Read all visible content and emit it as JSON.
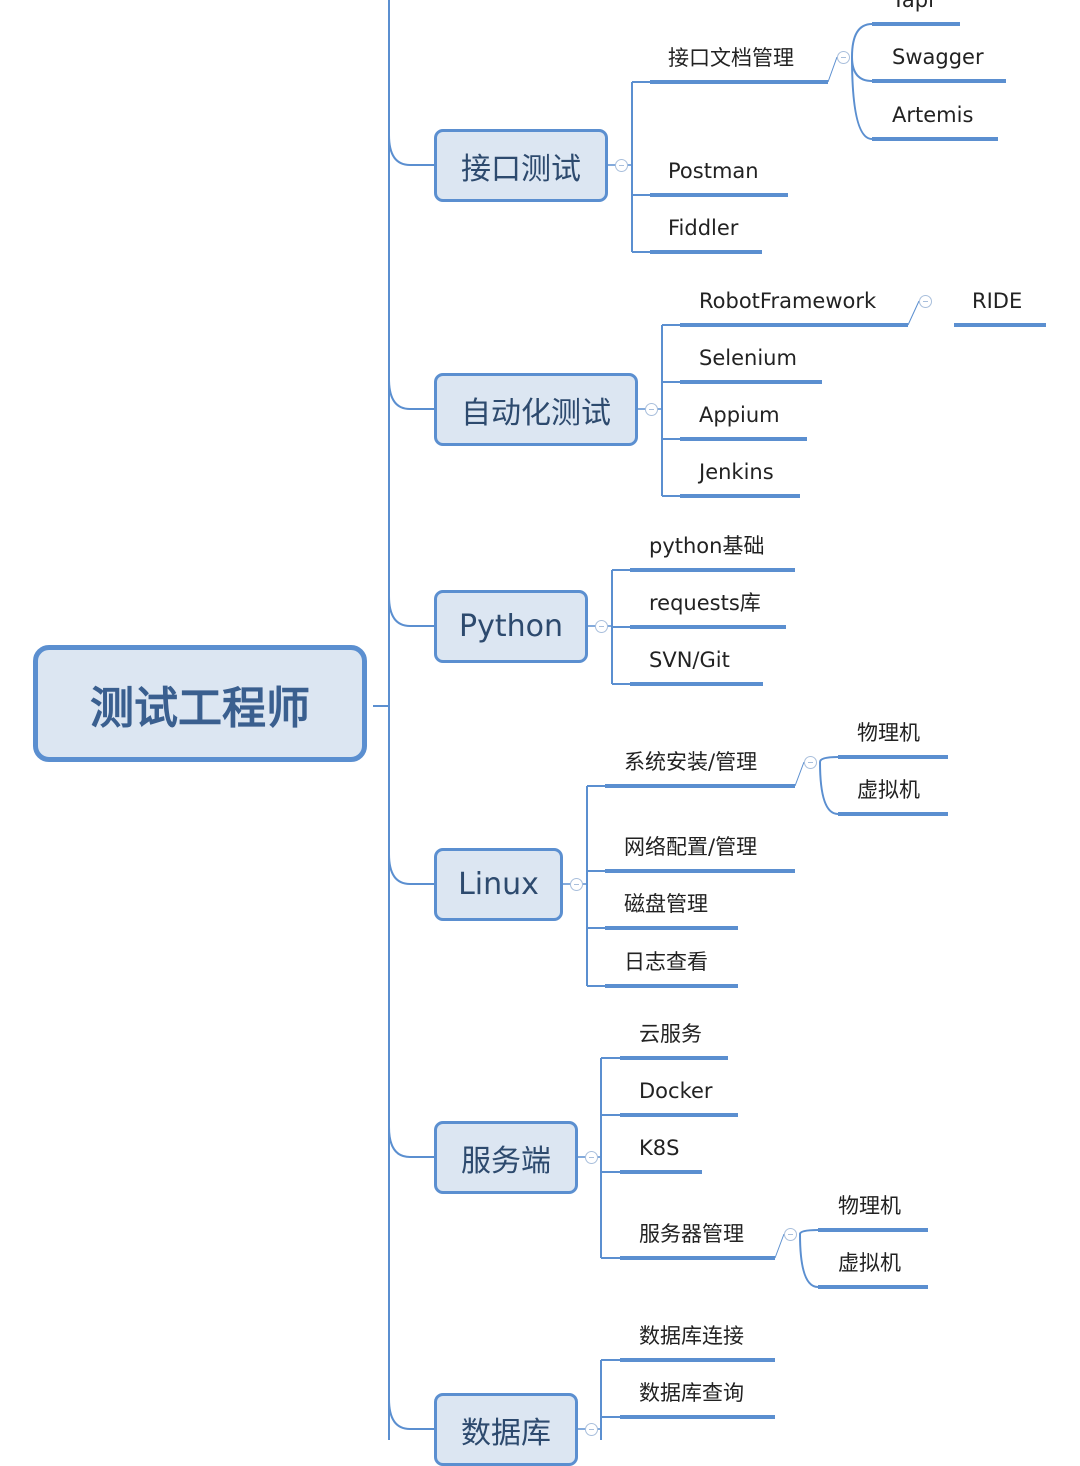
{
  "root": {
    "label": "测试工程师"
  },
  "colors": {
    "line": "#5b8fd0",
    "node_fill": "#dce6f2",
    "node_border": "#5b8fd0"
  },
  "branches": [
    {
      "label": "接口测试",
      "children": [
        {
          "label": "接口文档管理",
          "children": [
            {
              "label": "Yapi"
            },
            {
              "label": "Swagger"
            },
            {
              "label": "Artemis"
            }
          ]
        },
        {
          "label": "Postman"
        },
        {
          "label": "Fiddler"
        }
      ]
    },
    {
      "label": "自动化测试",
      "children": [
        {
          "label": "RobotFramework",
          "children": [
            {
              "label": "RIDE"
            }
          ]
        },
        {
          "label": "Selenium"
        },
        {
          "label": "Appium"
        },
        {
          "label": "Jenkins"
        }
      ]
    },
    {
      "label": "Python",
      "children": [
        {
          "label": "python基础"
        },
        {
          "label": "requests库"
        },
        {
          "label": "SVN/Git"
        }
      ]
    },
    {
      "label": "Linux",
      "children": [
        {
          "label": "系统安装/管理",
          "children": [
            {
              "label": "物理机"
            },
            {
              "label": "虚拟机"
            }
          ]
        },
        {
          "label": "网络配置/管理"
        },
        {
          "label": "磁盘管理"
        },
        {
          "label": "日志查看"
        }
      ]
    },
    {
      "label": "服务端",
      "children": [
        {
          "label": "云服务"
        },
        {
          "label": "Docker"
        },
        {
          "label": "K8S"
        },
        {
          "label": "服务器管理",
          "children": [
            {
              "label": "物理机"
            },
            {
              "label": "虚拟机"
            }
          ]
        }
      ]
    },
    {
      "label": "数据库",
      "children": [
        {
          "label": "数据库连接"
        },
        {
          "label": "数据库查询"
        }
      ]
    }
  ]
}
